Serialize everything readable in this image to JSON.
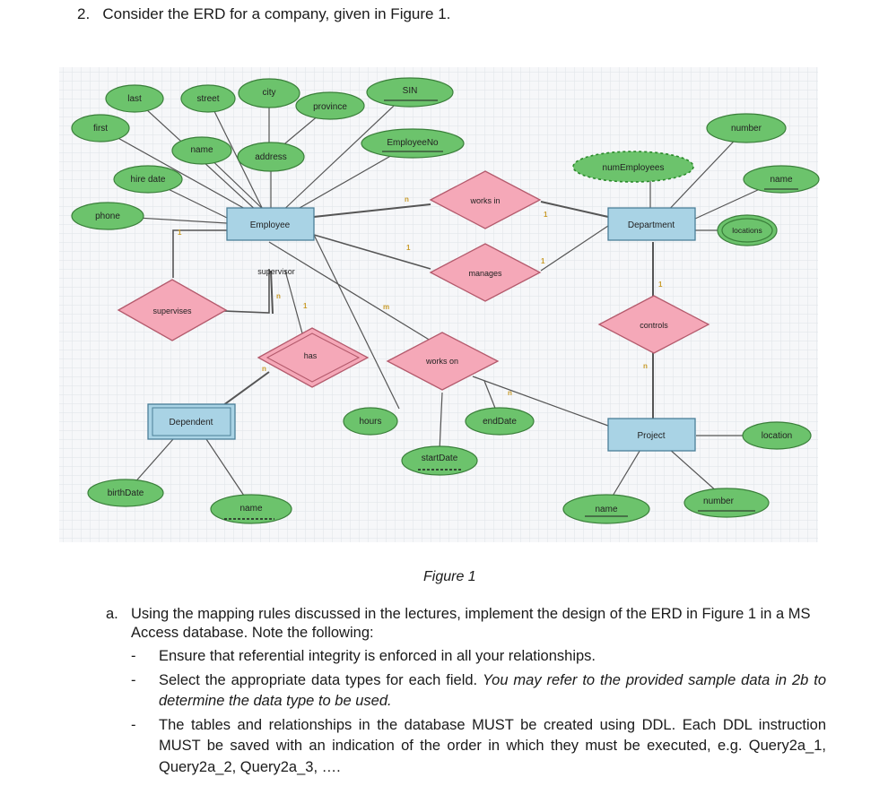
{
  "question": {
    "number": "2.",
    "text": "Consider the ERD for a company, given in Figure 1."
  },
  "figure": {
    "caption": "Figure 1",
    "entities": {
      "employee": "Employee",
      "department": "Department",
      "project": "Project",
      "dependent": "Dependent"
    },
    "relationships": {
      "works_in": "works in",
      "manages": "manages",
      "supervises": "supervises",
      "has": "has",
      "works_on": "works on",
      "controls": "controls"
    },
    "attributes": {
      "last": "last",
      "street": "street",
      "city": "city",
      "province": "province",
      "sin": "SIN",
      "first": "first",
      "name_emp": "name",
      "address": "address",
      "employee_no": "EmployeeNo",
      "hire_date": "hire date",
      "phone": "phone",
      "number_dept": "number",
      "num_employees": "numEmployees",
      "name_dept": "name",
      "locations": "locations",
      "hours": "hours",
      "end_date": "endDate",
      "start_date": "startDate",
      "location": "location",
      "birth_date": "birthDate",
      "name_dependent": "name",
      "name_project": "name",
      "number_project": "number"
    },
    "role_label": "supervisor",
    "cardinalities": {
      "works_in_emp": "n",
      "works_in_dept": "1",
      "manages_emp": "1",
      "manages_dept": "1",
      "supervises_top": "1",
      "supervisor_n": "n",
      "supervisor_1": "1",
      "works_on_emp": "m",
      "works_on_proj": "n",
      "has_dependent": "n",
      "controls_dept": "1",
      "controls_proj": "n"
    }
  },
  "part_a": {
    "label": "a.",
    "text": "Using the mapping rules discussed in the lectures, implement the design of the ERD in Figure 1 in a MS Access database. Note the following:",
    "notes": [
      {
        "plain": "Ensure that referential integrity is enforced in all your relationships.",
        "italic": ""
      },
      {
        "plain": "Select the appropriate data types for each field. ",
        "italic": "You may refer to the provided sample data in 2b to determine the data type to be used."
      },
      {
        "plain": "The tables and relationships in the database MUST be created using DDL. Each DDL instruction MUST be saved with an indication of the order in which they must be executed, e.g. Query2a_1, Query2a_2, Query2a_3, ….",
        "italic": ""
      }
    ],
    "dash": "-"
  }
}
